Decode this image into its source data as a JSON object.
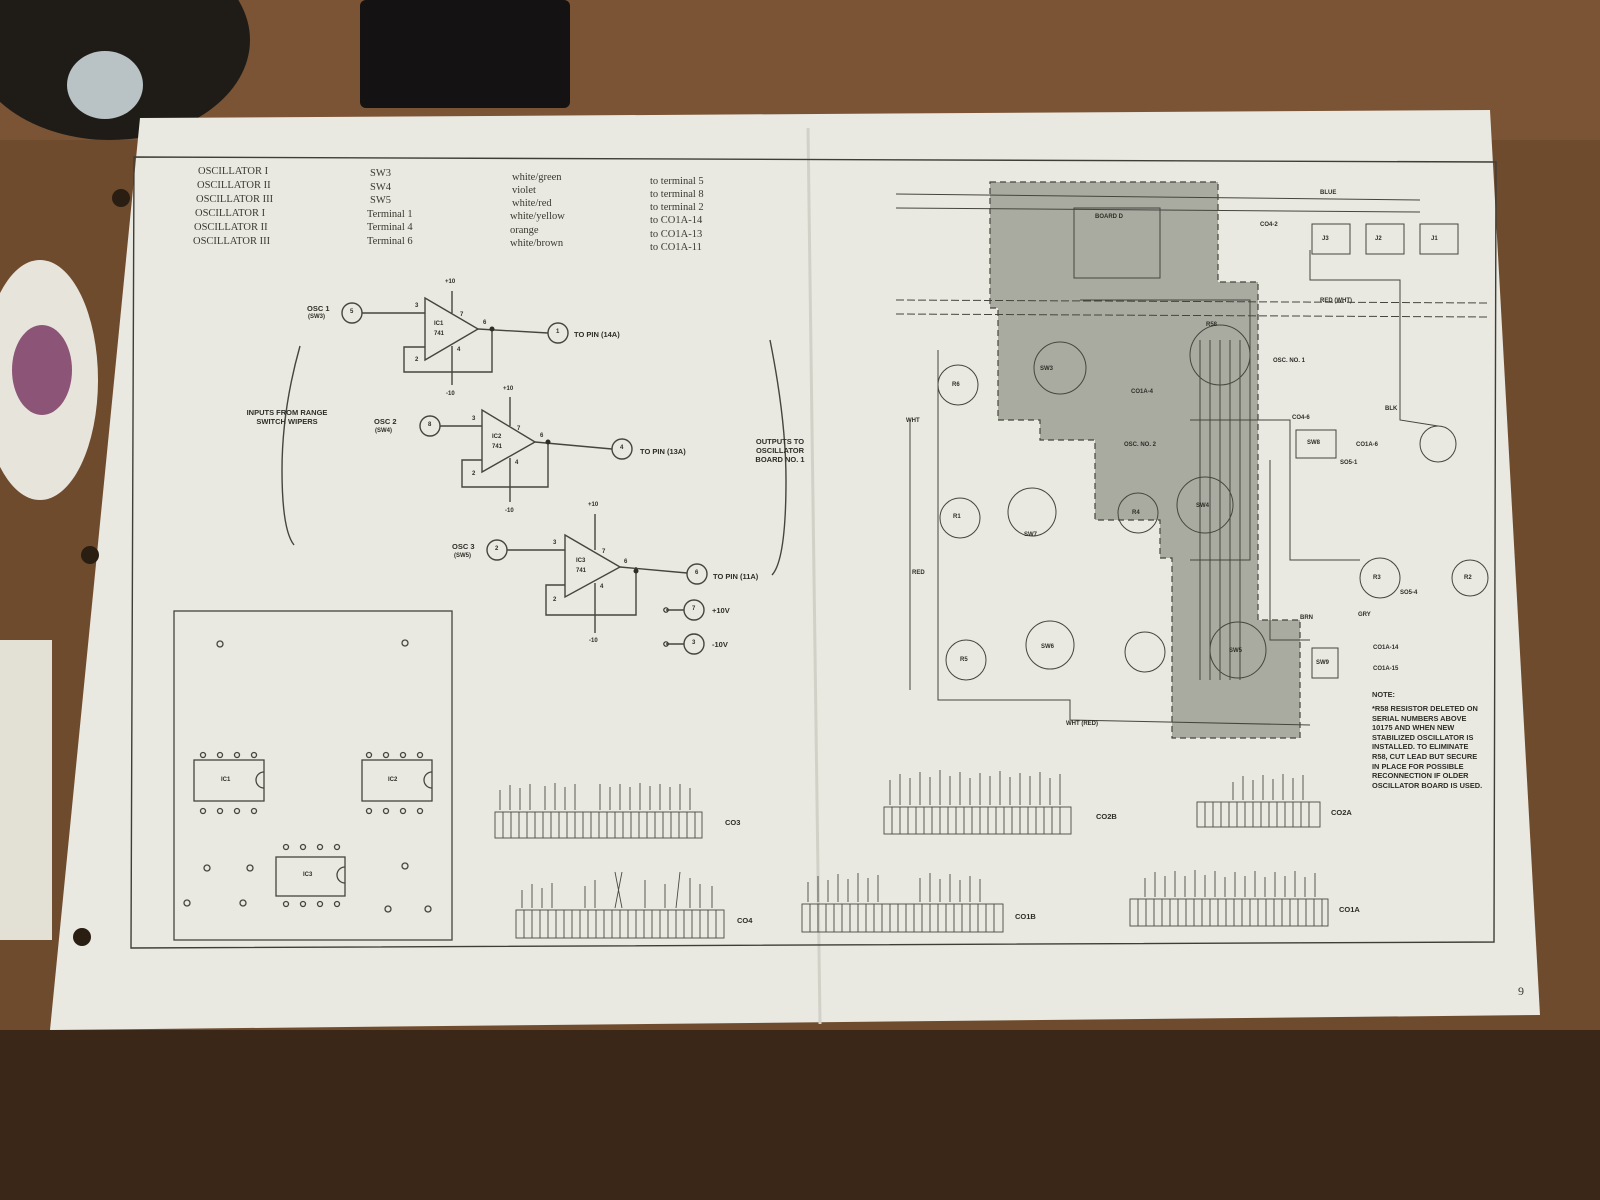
{
  "wiring_table": [
    {
      "source": "OSCILLATOR I",
      "via": "SW3",
      "color": "white/green",
      "dest": "to terminal 5"
    },
    {
      "source": "OSCILLATOR II",
      "via": "SW4",
      "color": "violet",
      "dest": "to terminal 8"
    },
    {
      "source": "OSCILLATOR III",
      "via": "SW5",
      "color": "white/red",
      "dest": "to terminal 2"
    },
    {
      "source": "OSCILLATOR I",
      "via": "Terminal 1",
      "color": "white/yellow",
      "dest": "to CO1A-14"
    },
    {
      "source": "OSCILLATOR II",
      "via": "Terminal 4",
      "color": "orange",
      "dest": "to CO1A-13"
    },
    {
      "source": "OSCILLATOR III",
      "via": "Terminal 6",
      "color": "white/brown",
      "dest": "to CO1A-11"
    }
  ],
  "schematic": {
    "inputs_label": "INPUTS FROM RANGE SWITCH WIPERS",
    "outputs_label": "OUTPUTS TO OSCILLATOR BOARD NO. 1",
    "op_amps": [
      {
        "name": "IC1",
        "type": "741",
        "osc_label": "OSC 1",
        "switch_label": "(SW3)",
        "in_terminal": "5",
        "out_terminal": "1",
        "out_label": "TO PIN (14A)"
      },
      {
        "name": "IC2",
        "type": "741",
        "osc_label": "OSC 2",
        "switch_label": "(SW4)",
        "in_terminal": "8",
        "out_terminal": "4",
        "out_label": "TO PIN (13A)"
      },
      {
        "name": "IC3",
        "type": "741",
        "osc_label": "OSC 3",
        "switch_label": "(SW5)",
        "in_terminal": "2",
        "out_terminal": "6",
        "out_label": "TO PIN (11A)"
      }
    ],
    "pin_numbers": {
      "noninv": "3",
      "inv": "2",
      "out": "6",
      "vplus": "7",
      "vminus": "4"
    },
    "supply": {
      "plus": "+10",
      "minus": "-10"
    },
    "supply_terminals": [
      {
        "terminal": "7",
        "label": "+10V"
      },
      {
        "terminal": "3",
        "label": "-10V"
      }
    ]
  },
  "board_layout": {
    "chips": [
      "IC1",
      "IC2",
      "IC3"
    ]
  },
  "connectors": [
    "CO3",
    "CO4",
    "CO2B",
    "CO1B",
    "CO2A",
    "CO1A"
  ],
  "wiring_diagram": {
    "labels": [
      "BOARD D",
      "OSC. NO. 1",
      "OSC. NO. 2",
      "R1",
      "R2",
      "R3",
      "R4",
      "R5",
      "R6",
      "R58",
      "SW3",
      "SW4",
      "SW5",
      "SW6",
      "SW7",
      "SW8",
      "SW9",
      "J1",
      "J2",
      "J3",
      "BLUE",
      "WHT",
      "RED",
      "BRN",
      "GRY",
      "BLK",
      "CO4-6",
      "CO1A-6",
      "CO1A-14",
      "CO1A-15",
      "SO5-1",
      "SO5-4",
      "RED (WHT)",
      "WHT (RED)",
      "CO4-2",
      "CO1A-4"
    ],
    "colors": {
      "shaded_region": "#a9aba1",
      "line": "#45453d"
    }
  },
  "note": {
    "title": "NOTE:",
    "text": "*R58 RESISTOR DELETED ON SERIAL NUMBERS ABOVE 10175 AND WHEN NEW STABILIZED OSCILLATOR IS INSTALLED. TO ELIMINATE R58, CUT LEAD BUT SECURE IN PLACE FOR POSSIBLE RECONNECTION IF OLDER OSCILLATOR BOARD IS USED."
  },
  "page_number": "9"
}
